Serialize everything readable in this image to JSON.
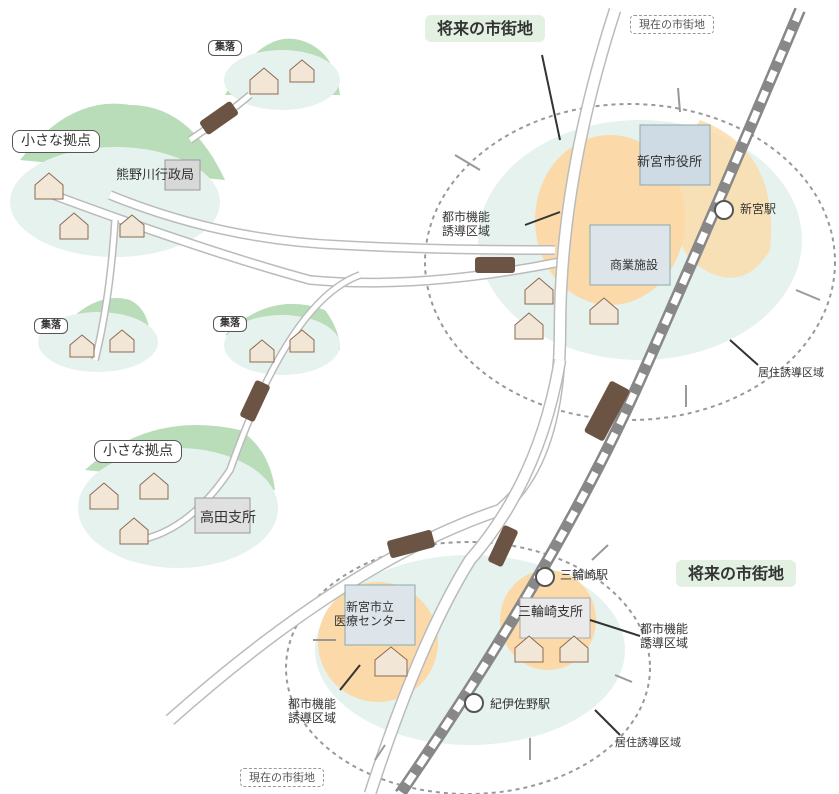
{
  "labels": {
    "future_town_top": "将来の市街地",
    "future_town_bottom": "将来の市街地",
    "current_town_top": "現在の市街地",
    "current_town_bottom": "現在の市街地",
    "hub_1": "小さな拠点",
    "hub_2": "小さな拠点",
    "village_1": "集落",
    "village_2": "集落",
    "village_3": "集落",
    "kumanogawa_office": "熊野川行政局",
    "takata_office": "高田支所",
    "shingu_city_hall": "新宮市役所",
    "commercial": "商業施設",
    "shingu_station": "新宮駅",
    "miwasaki_station": "三輪崎駅",
    "kiisano_station": "紀伊佐野駅",
    "miwasaki_branch": "三輪崎支所",
    "medical_center": "新宮市立\n医療センター",
    "urban_function_zone_1": "都市機能\n誘導区域",
    "urban_function_zone_2": "都市機能\n誘導区域",
    "urban_function_zone_3": "都市機能\n誘導区域",
    "residential_zone_1": "居住誘導区域",
    "residential_zone_2": "居住誘導区域"
  },
  "colors": {
    "zone_fill": "#e6f2ee",
    "core_fill": "#fbd9a8",
    "hill": "#b9dcb9",
    "road": "#ffffff",
    "road_edge": "#bbbbbb",
    "rail_gray": "#888888",
    "vehicle": "#6b5444"
  }
}
